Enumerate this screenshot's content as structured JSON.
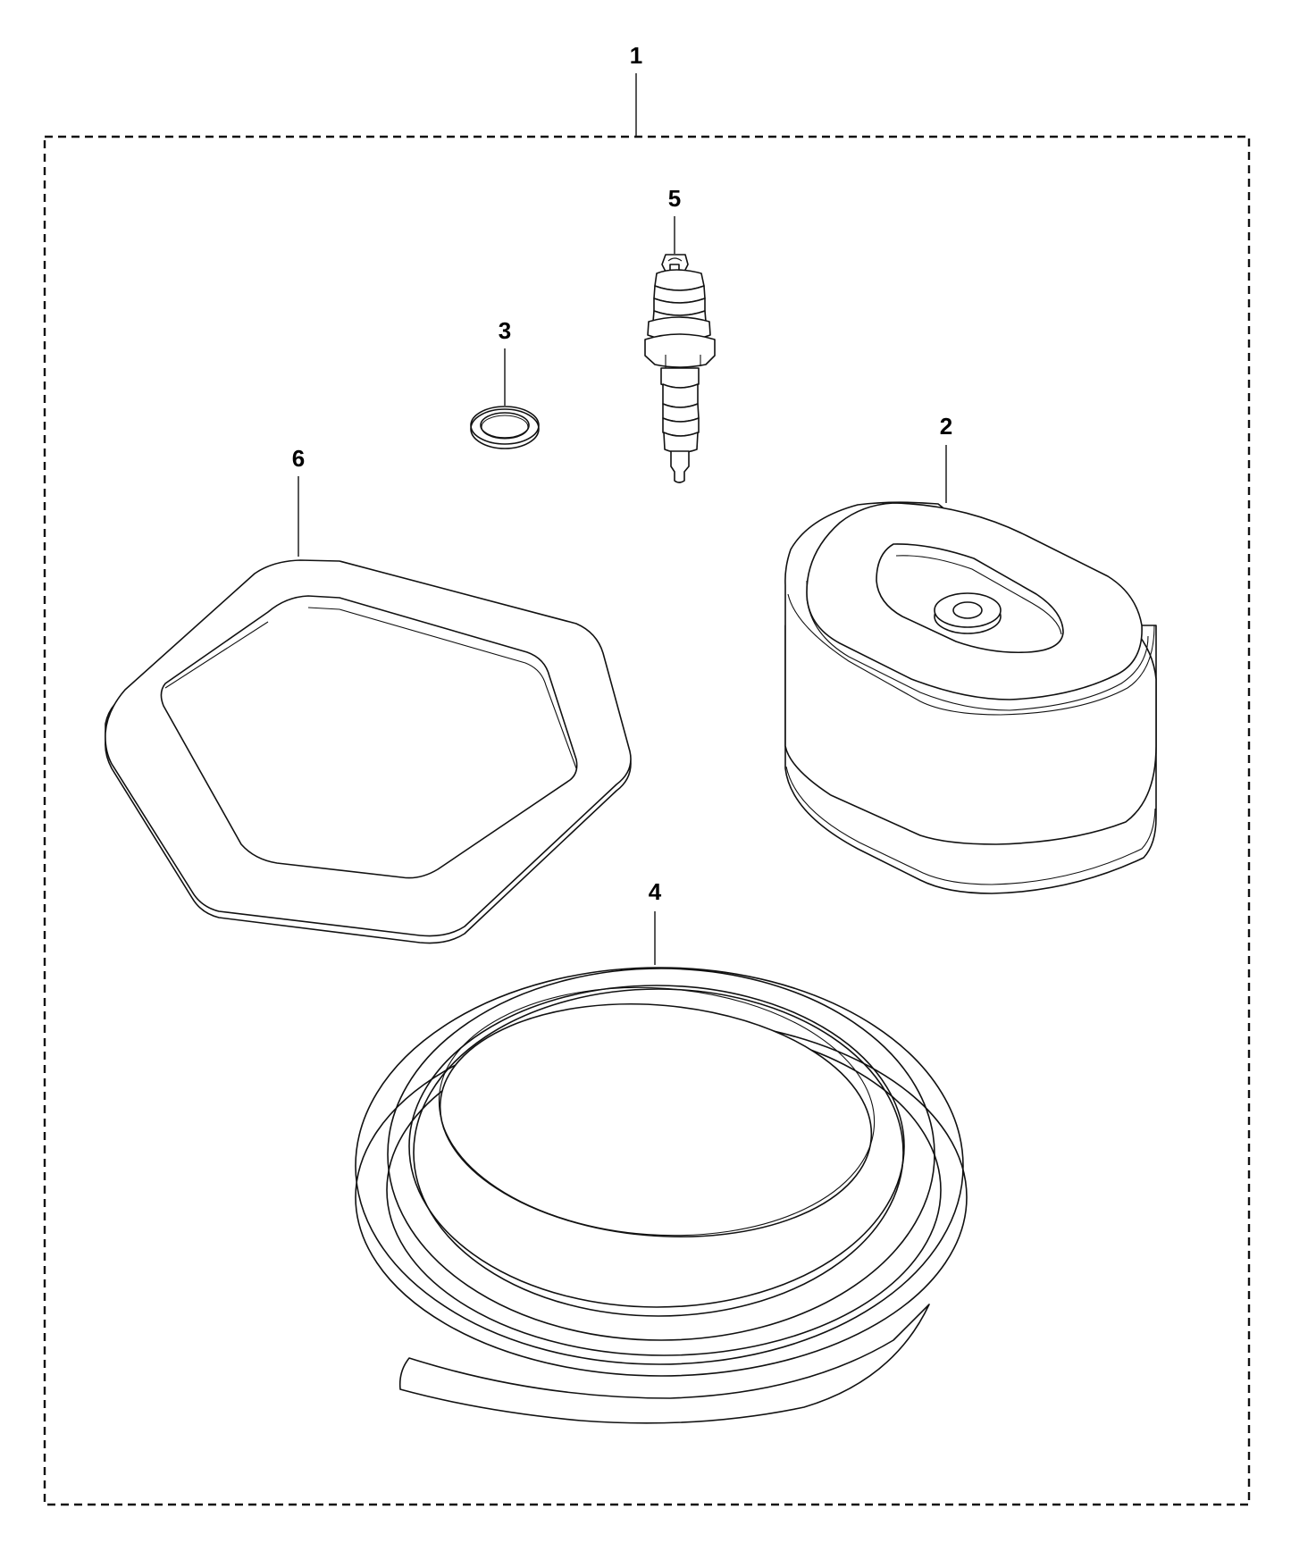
{
  "diagram": {
    "type": "exploded parts diagram",
    "frame_style": "dashed",
    "callouts": [
      {
        "id": "1",
        "label": "1",
        "part": "kit-assembly"
      },
      {
        "id": "2",
        "label": "2",
        "part": "air-filter"
      },
      {
        "id": "3",
        "label": "3",
        "part": "washer-ring"
      },
      {
        "id": "4",
        "label": "4",
        "part": "hose-coil"
      },
      {
        "id": "5",
        "label": "5",
        "part": "spark-plug"
      },
      {
        "id": "6",
        "label": "6",
        "part": "gasket"
      }
    ]
  }
}
